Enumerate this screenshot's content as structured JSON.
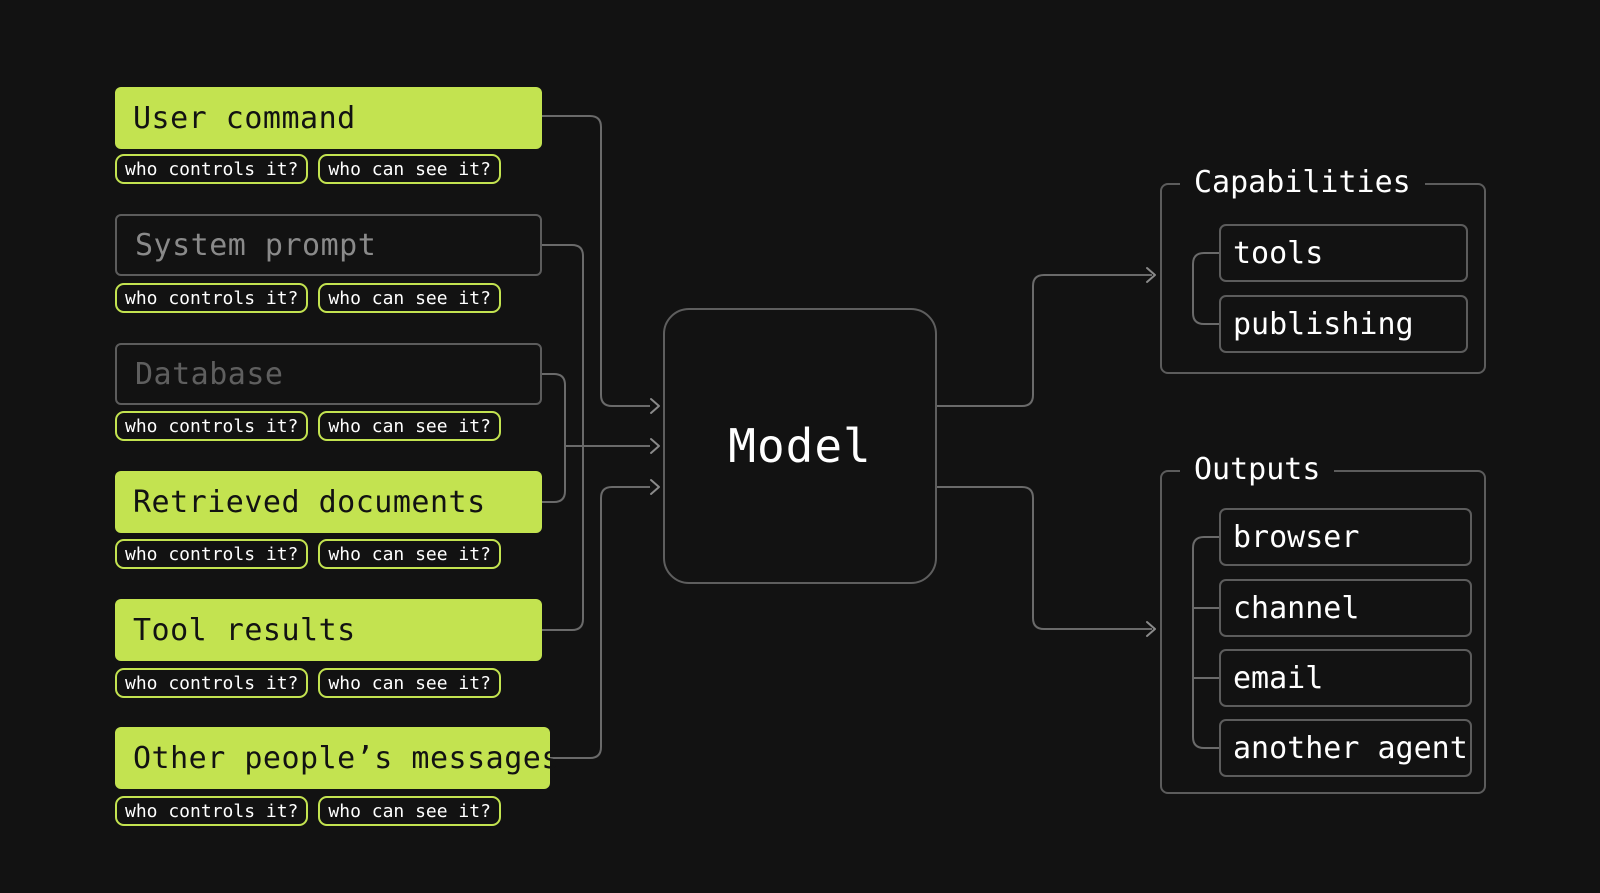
{
  "colors": {
    "accent": "#c3e350",
    "muted_text": "#8a8a8a",
    "faint_text": "#5f5f5f",
    "line": "#6a6a6a"
  },
  "sources": [
    {
      "label": "User command",
      "highlighted": true,
      "tags": [
        "who controls it?",
        "who can see it?"
      ]
    },
    {
      "label": "System prompt",
      "highlighted": false,
      "tags": [
        "who controls it?",
        "who can see it?"
      ]
    },
    {
      "label": "Database",
      "highlighted": false,
      "tags": [
        "who controls it?",
        "who can see it?"
      ]
    },
    {
      "label": "Retrieved documents",
      "highlighted": true,
      "tags": [
        "who controls it?",
        "who can see it?"
      ]
    },
    {
      "label": "Tool results",
      "highlighted": true,
      "tags": [
        "who controls it?",
        "who can see it?"
      ]
    },
    {
      "label": "Other people’s messages",
      "highlighted": true,
      "tags": [
        "who controls it?",
        "who can see it?"
      ]
    }
  ],
  "model": {
    "label": "Model"
  },
  "capabilities": {
    "title": "Capabilities",
    "items": [
      "tools",
      "publishing"
    ]
  },
  "outputs": {
    "title": "Outputs",
    "items": [
      "browser",
      "channel",
      "email",
      "another agent"
    ]
  }
}
